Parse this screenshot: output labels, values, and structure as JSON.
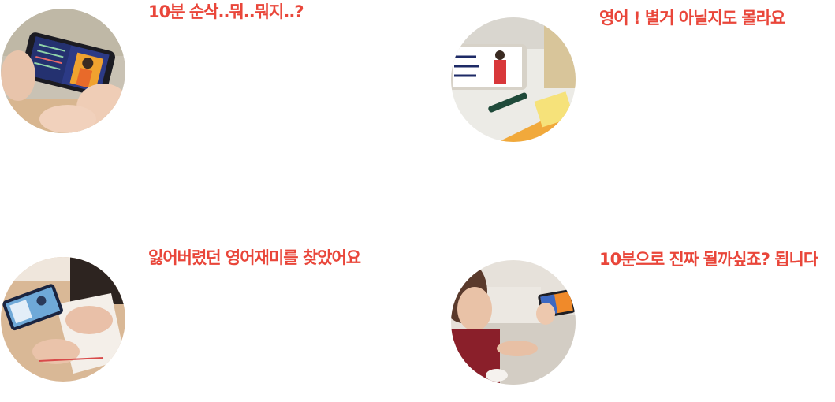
{
  "accent_color": "#e9463a",
  "cards": [
    {
      "title": "10분 순삭..뭐..뭐지..?",
      "photo": "hands-holding-phone-photo"
    },
    {
      "title": "영어 ! 별거 아닐지도 몰라요",
      "photo": "phone-on-stand-photo"
    },
    {
      "title": "잃어버렸던 영어재미를 찾았어요",
      "photo": "phone-on-table-photo"
    },
    {
      "title": "10분으로 진짜 될까싶죠? 됩니다",
      "photo": "woman-with-phone-photo"
    }
  ]
}
